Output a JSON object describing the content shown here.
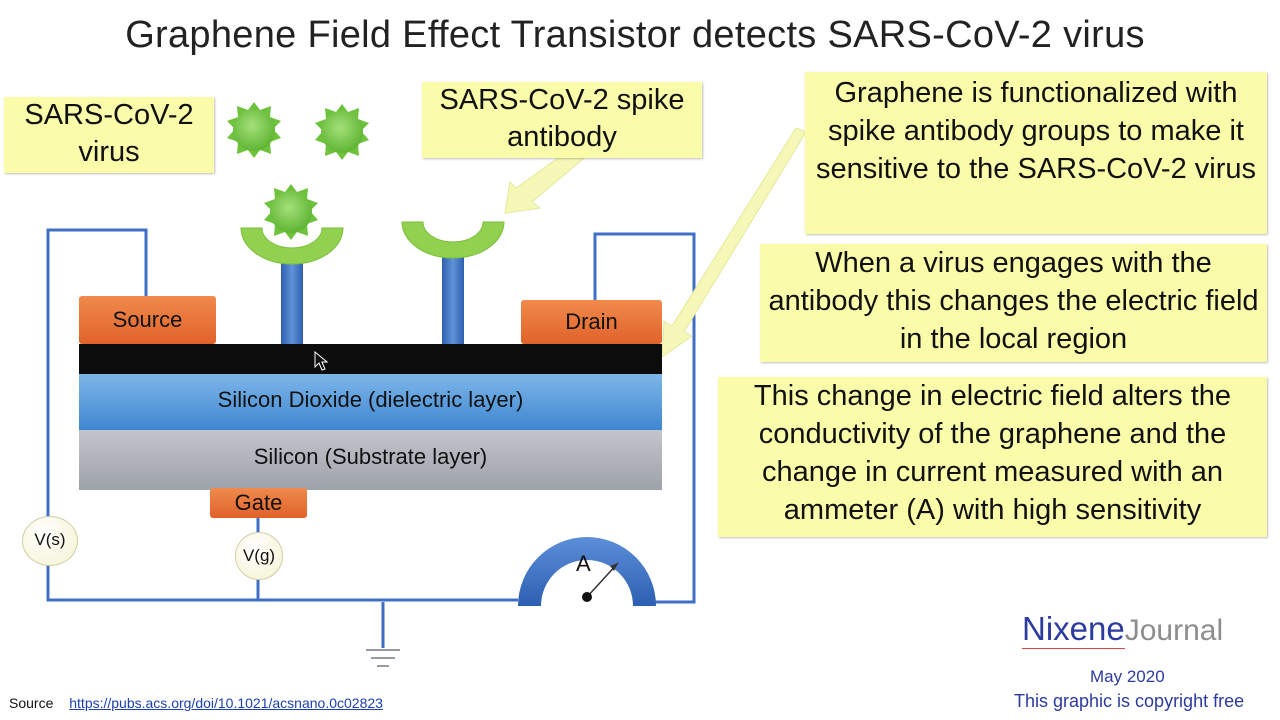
{
  "title": "Graphene Field Effect Transistor detects SARS-CoV-2 virus",
  "labels": {
    "virus": "SARS-CoV-2 virus",
    "antibody": "SARS-CoV-2 spike antibody"
  },
  "notes": {
    "functionalized": "Graphene is functionalized with spike antibody groups to make it sensitive to the SARS-CoV-2 virus",
    "engages": "When a virus engages with the antibody this changes the electric field in the local region",
    "conductivity": "This change in electric field alters the conductivity of the graphene and the change in current measured with an ammeter (A) with high sensitivity"
  },
  "device": {
    "source": "Source",
    "drain": "Drain",
    "gate": "Gate",
    "dielectric": "Silicon Dioxide (dielectric layer)",
    "substrate": "Silicon (Substrate layer)",
    "vs": "V(s)",
    "vg": "V(g)",
    "ammeter": "A"
  },
  "footer": {
    "source_label": "Source",
    "source_url": "https://pubs.acs.org/doi/10.1021/acsnano.0c02823",
    "logo_main": "Nixene",
    "logo_sub": "Journal",
    "date": "May 2020",
    "copyright": "This graphic is copyright free"
  },
  "colors": {
    "wire": "#3f6fc4",
    "virus": "#7ac943",
    "antibody_cup": "#8fd14f",
    "antibody_stem": "#3f6fc4",
    "graphene": "#111111",
    "dielectric": "#5b9ee0",
    "substrate": "#a9adb4",
    "electrode": "#e8703a",
    "note_bg": "#fafcaa"
  }
}
